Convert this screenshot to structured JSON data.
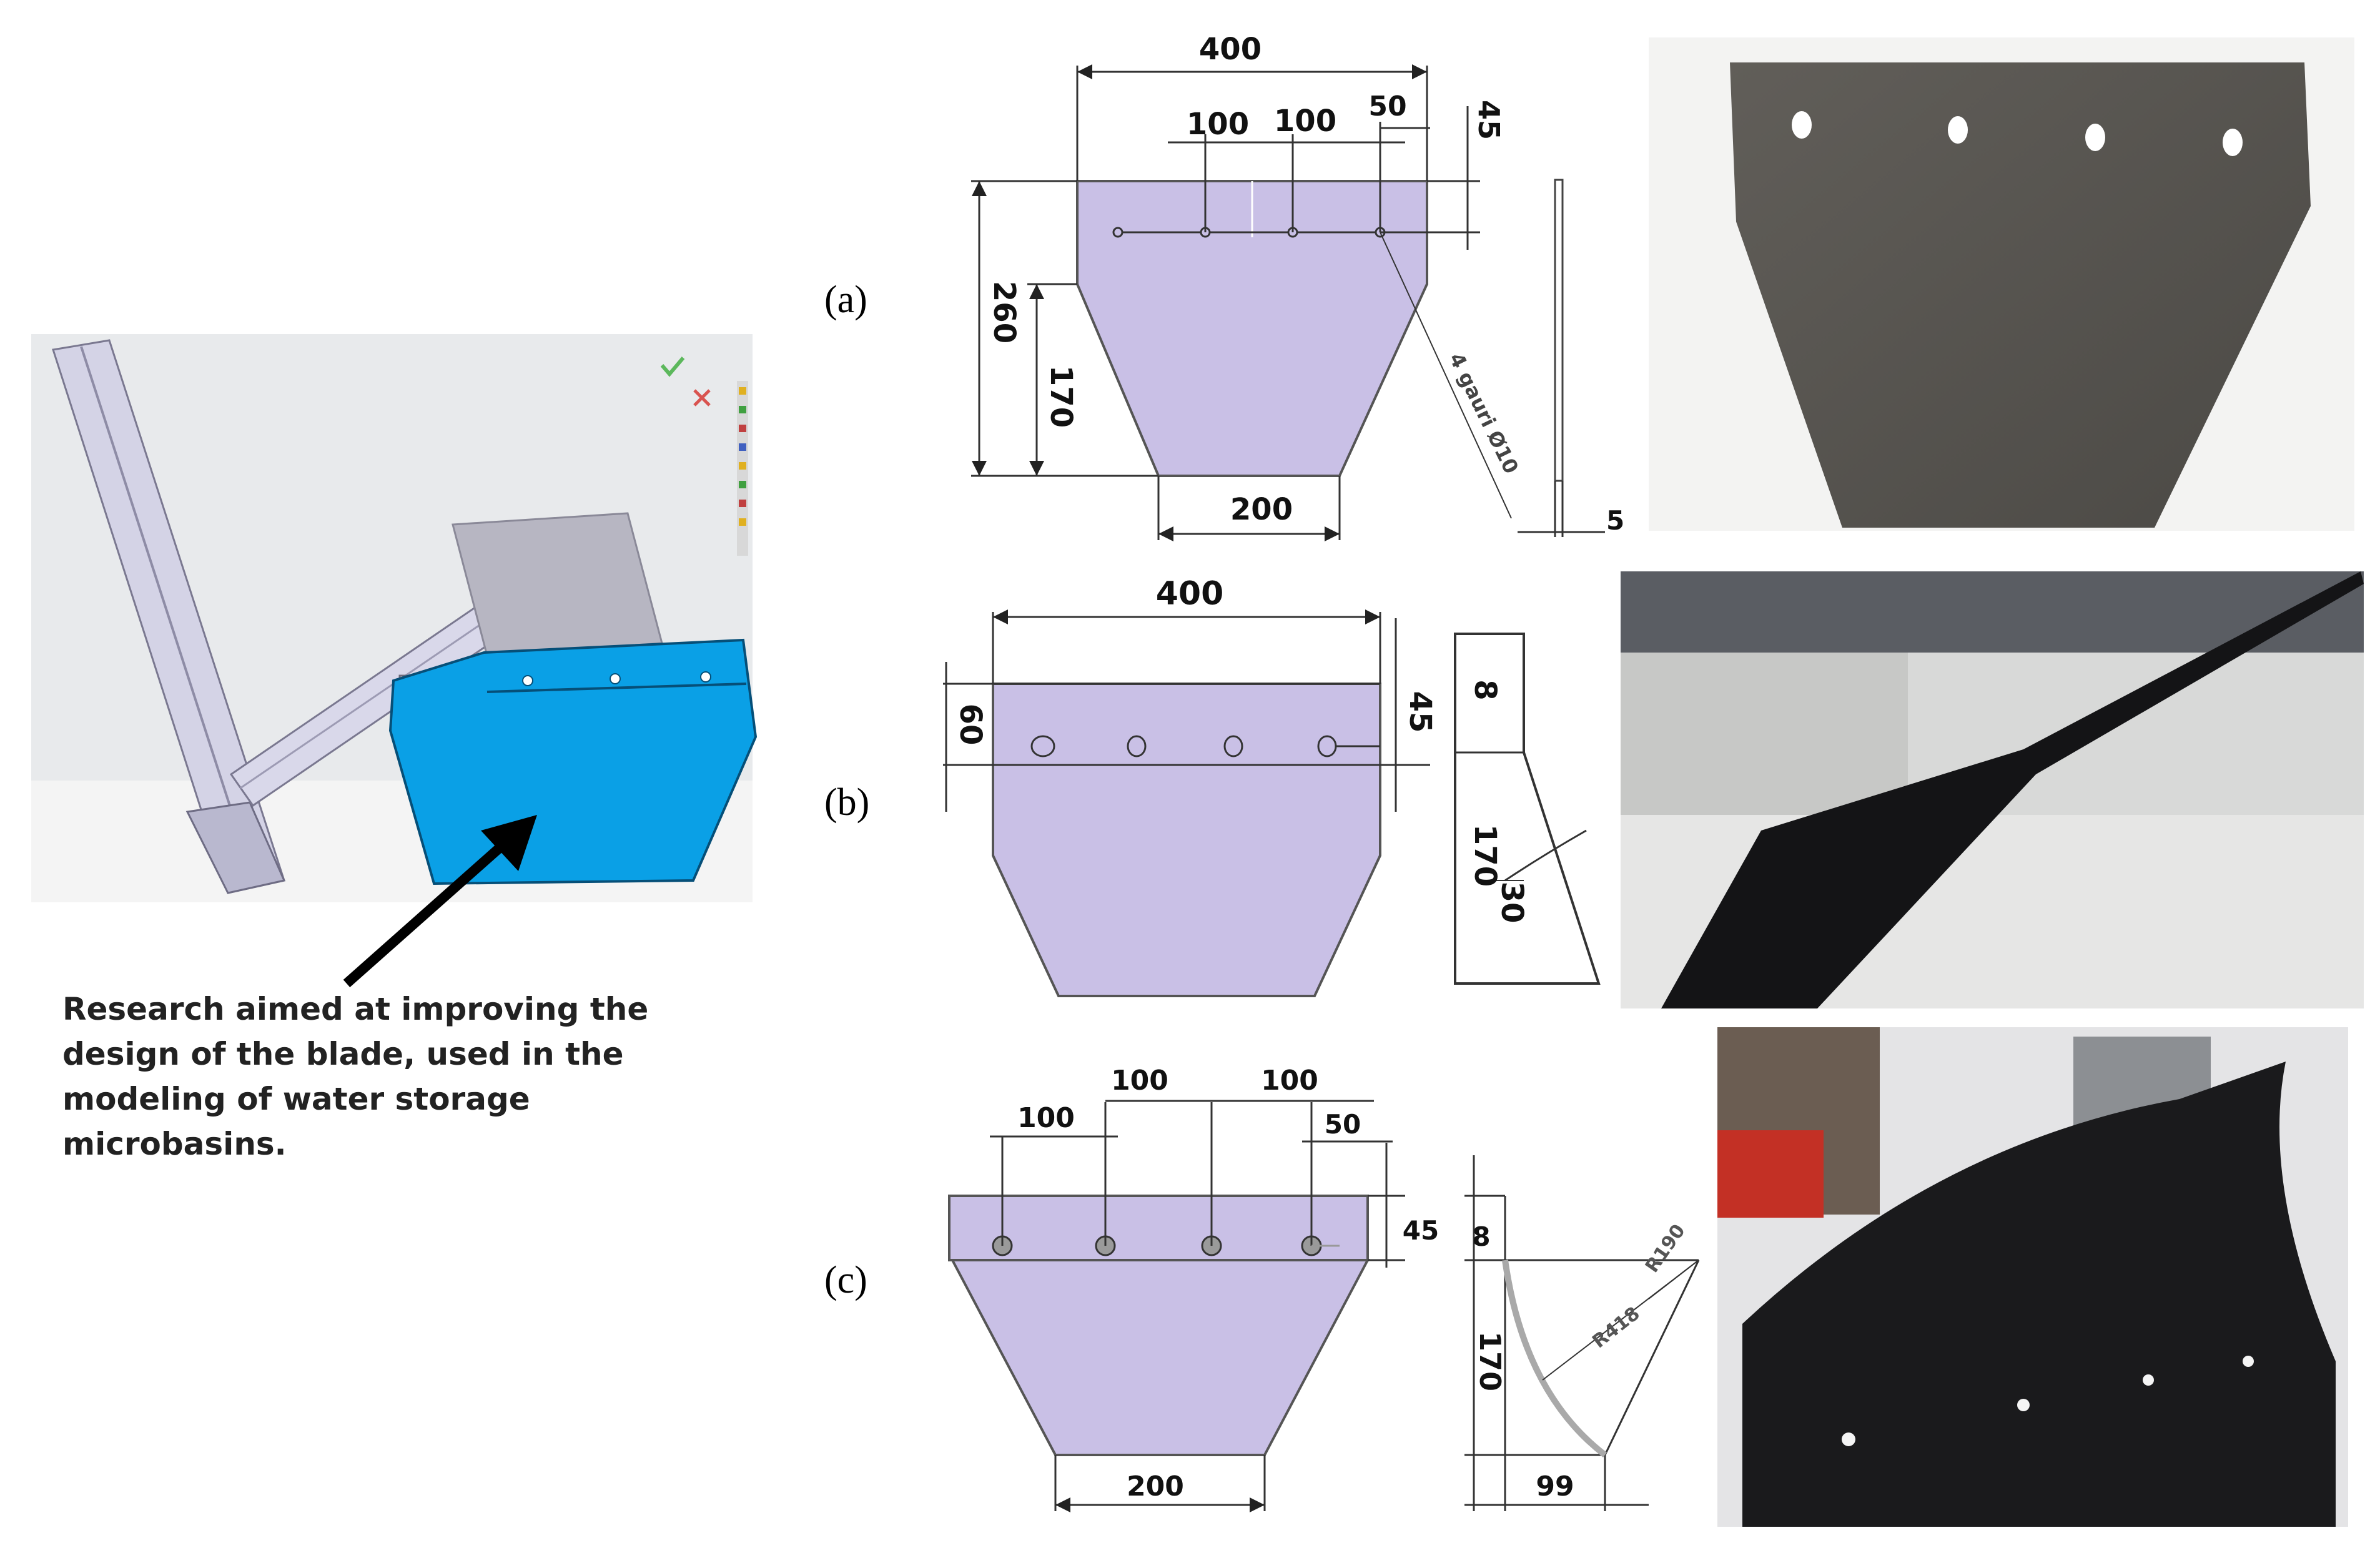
{
  "caption": "Research aimed at improving the design of the blade, used in the modeling of water storage microbasins.",
  "panel_labels": {
    "a": "(a)",
    "b": "(b)",
    "c": "(c)"
  },
  "dims_a": {
    "width": "400",
    "spacing1": "100",
    "spacing2": "100",
    "edge": "50",
    "top": "45",
    "height": "260",
    "side": "170",
    "bottom": "200",
    "thickness": "5",
    "holes": "4 gauri Ø10"
  },
  "dims_b": {
    "width": "400",
    "hole_band": "60",
    "top": "45",
    "profile_top": "8",
    "profile_height": "170",
    "angle": "30"
  },
  "dims_c": {
    "spacing1": "100",
    "spacing2": "100",
    "spacing3": "100",
    "edge": "50",
    "top": "45",
    "bottom": "200",
    "profile_top": "8",
    "profile_height": "170",
    "profile_base": "99",
    "radius": "R418",
    "arc": "R190"
  },
  "colors": {
    "blade_fill": "#c9c0e6",
    "cad_blade": "#0aa0e6",
    "photo_steel": "#55524e",
    "photo_black": "#1a1a1c"
  }
}
